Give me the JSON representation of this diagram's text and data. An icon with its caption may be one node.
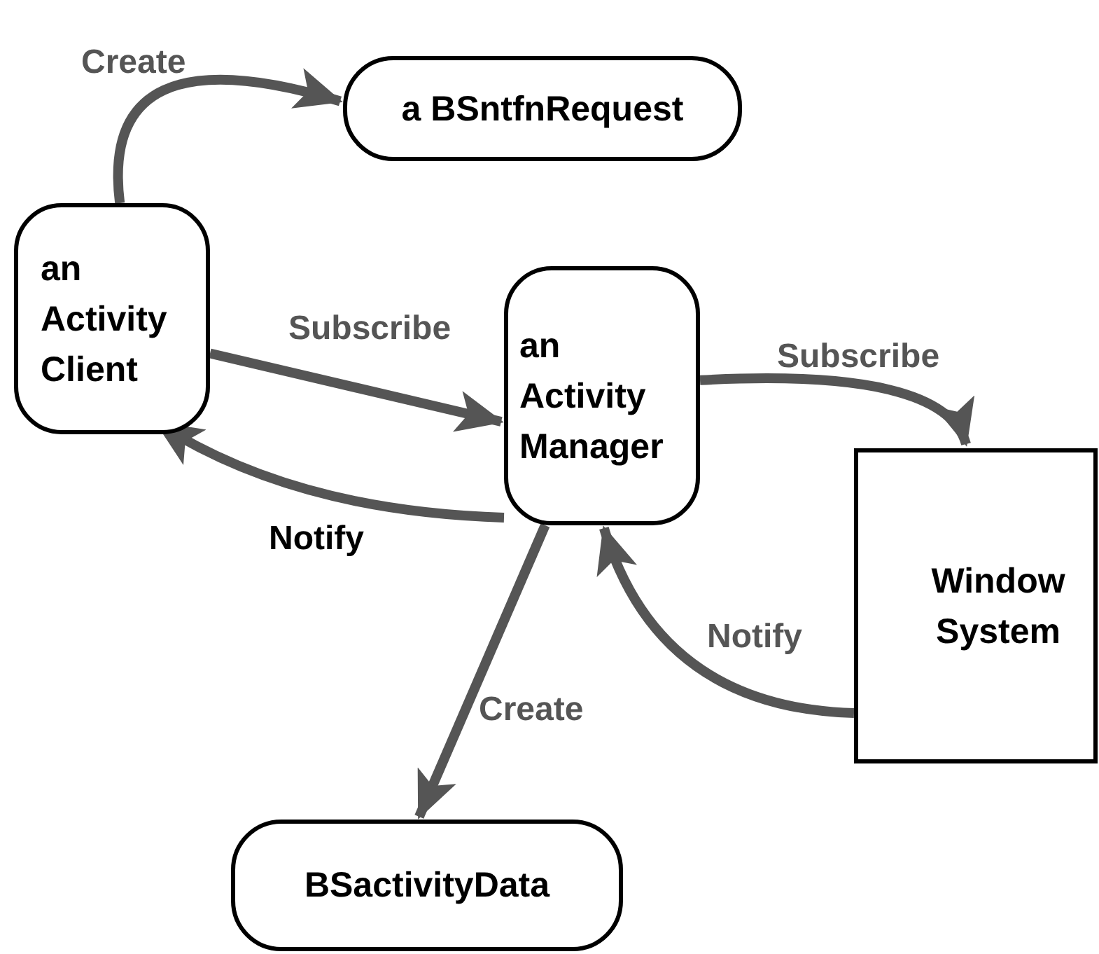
{
  "diagram": {
    "nodes": [
      {
        "text": [
          "a BSntfnRequest"
        ]
      },
      {
        "text": [
          "an Activity Client"
        ]
      },
      {
        "text": [
          "an Activity Manager"
        ]
      },
      {
        "text": [
          "Window System"
        ]
      },
      {
        "text": [
          "BSactivityData"
        ]
      }
    ],
    "edges": [
      {
        "from": 1,
        "to": 0,
        "arrow": "to",
        "label": "Create"
      },
      {
        "from": 1,
        "to": 2,
        "arrow": "to",
        "label": "Subscribe"
      },
      {
        "from": 2,
        "to": 1,
        "arrow": "to",
        "label": "Notify"
      },
      {
        "from": 2,
        "to": 3,
        "arrow": "to",
        "label": "Subscribe"
      },
      {
        "from": 3,
        "to": 2,
        "arrow": "to",
        "label": "Notify"
      },
      {
        "from": 2,
        "to": 4,
        "arrow": "to",
        "label": "Create"
      }
    ]
  }
}
